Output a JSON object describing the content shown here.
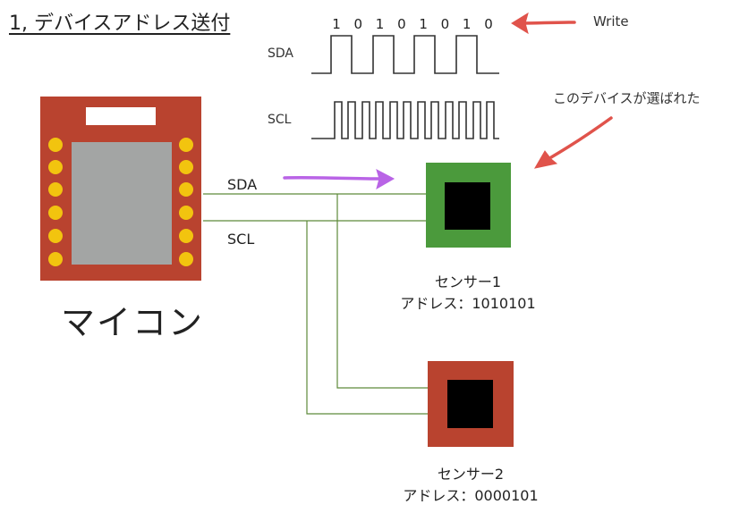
{
  "title": "1, デバイスアドレス送付",
  "timing": {
    "bits": [
      "1",
      "0",
      "1",
      "0",
      "1",
      "0",
      "1",
      "0"
    ],
    "sda_label": "SDA",
    "scl_label": "SCL"
  },
  "annotations": {
    "write": "Write",
    "selected": "このデバイスが選ばれた"
  },
  "bus": {
    "sda_label": "SDA",
    "scl_label": "SCL"
  },
  "mcu": {
    "label": "マイコン"
  },
  "devices": [
    {
      "name": "センサー1",
      "address": "アドレス：1010101",
      "color": "#4b9a3c"
    },
    {
      "name": "センサー2",
      "address": "アドレス：0000101",
      "color": "#b9432f"
    }
  ],
  "colors": {
    "mcu_board": "#b9432f",
    "mcu_pin": "#f2c40f",
    "mcu_chip": "#a3a5a4",
    "bus_line": "#5d8a3a",
    "arrow_red": "#e0534b",
    "arrow_purple": "#b964e6"
  }
}
